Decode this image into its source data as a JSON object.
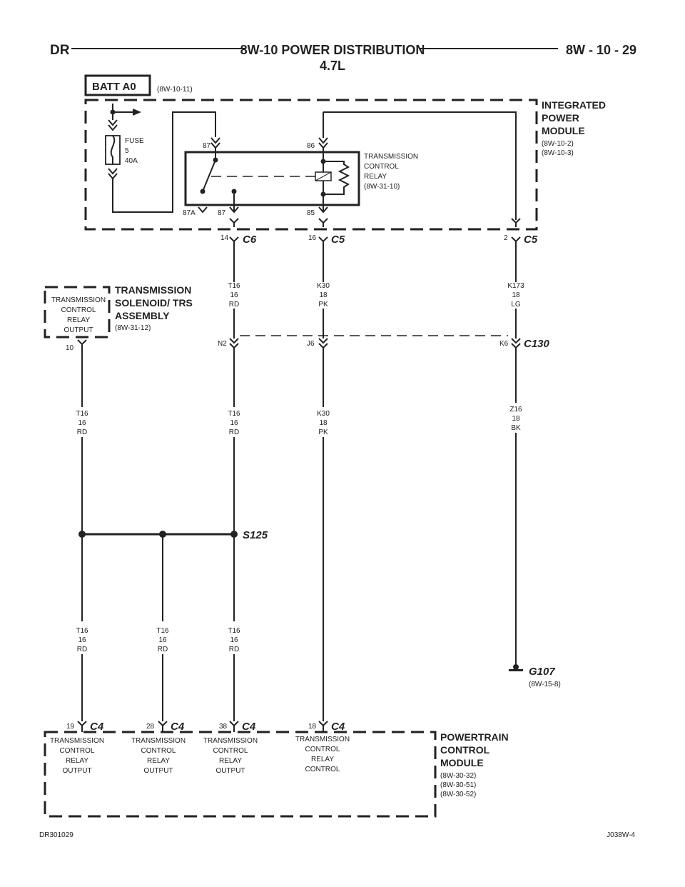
{
  "header": {
    "left": "DR",
    "title": "8W-10 POWER DISTRIBUTION",
    "subtitle": "4.7L",
    "page": "8W - 10 - 29"
  },
  "batt": {
    "label": "BATT A0",
    "ref": "(8W-10-11)"
  },
  "ipm": {
    "name_lines": [
      "INTEGRATED",
      "POWER",
      "MODULE"
    ],
    "refs": [
      "(8W-10-2)",
      "(8W-10-3)"
    ],
    "fuse": [
      "FUSE",
      "5",
      "40A"
    ],
    "relay_lines": [
      "TRANSMISSION",
      "CONTROL",
      "RELAY",
      "(8W-31-10)"
    ],
    "pins": {
      "p87_top": "87",
      "p86": "86",
      "p87a": "87A",
      "p87_bot": "87",
      "p85": "85"
    }
  },
  "connectors": {
    "c6": {
      "pin": "14",
      "name": "C6"
    },
    "c5a": {
      "pin": "16",
      "name": "C5"
    },
    "c5b": {
      "pin": "2",
      "name": "C5"
    },
    "c130": {
      "name": "C130",
      "pins": [
        "N2",
        "J6",
        "K6"
      ]
    },
    "tcr_pin": "10",
    "pcm": [
      {
        "pin": "19",
        "name": "C4"
      },
      {
        "pin": "28",
        "name": "C4"
      },
      {
        "pin": "38",
        "name": "C4"
      },
      {
        "pin": "18",
        "name": "C4"
      }
    ]
  },
  "wires": {
    "t16_rd": [
      "T16",
      "16",
      "RD"
    ],
    "k30_pk": [
      "K30",
      "18",
      "PK"
    ],
    "k173_lg": [
      "K173",
      "18",
      "LG"
    ],
    "z16_bk": [
      "Z16",
      "18",
      "BK"
    ]
  },
  "tcr_assembly": {
    "inside": [
      "TRANSMISSION",
      "CONTROL",
      "RELAY",
      "OUTPUT"
    ],
    "name_lines": [
      "TRANSMISSION",
      "SOLENOID/ TRS",
      "ASSEMBLY"
    ],
    "ref": "(8W-31-12)"
  },
  "splice": {
    "label": "S125"
  },
  "ground": {
    "label": "G107",
    "ref": "(8W-15-8)"
  },
  "pcm": {
    "name_lines": [
      "POWERTRAIN",
      "CONTROL",
      "MODULE"
    ],
    "refs": [
      "(8W-30-32)",
      "(8W-30-51)",
      "(8W-30-52)"
    ],
    "out_label": [
      "TRANSMISSION",
      "CONTROL",
      "RELAY",
      "OUTPUT"
    ],
    "ctrl_label": [
      "TRANSMISSION",
      "CONTROL",
      "RELAY",
      "CONTROL"
    ]
  },
  "footer": {
    "left": "DR301029",
    "right": "J038W-4"
  }
}
